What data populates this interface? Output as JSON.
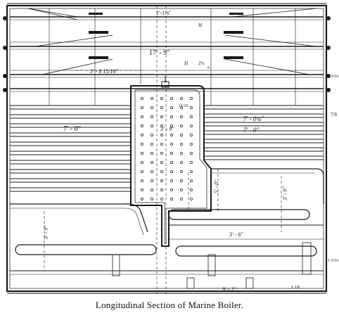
{
  "figure": {
    "caption": "Longitudinal Section of Marine Boiler.",
    "dimension_labels": {
      "top_stay_spacing": "1'-1⅜\"",
      "stay_length": "17' - 9\"",
      "stay_pitch": "3' - 8 15/16\"",
      "upper_tube_length": "7' - 0\"",
      "right_tube_length": "7' - 0¾\"",
      "right_tube_length_lower": "7' - 0\"",
      "chamber_width": "3' - 9\"",
      "chamber_height": "5' - 0\"",
      "right_height": "3' - 9\"",
      "left_height": "3' - 9\"",
      "furnace_dim": "3' - 6\"",
      "bottom_dim": "9' - 2\"",
      "plate_thickness_left": "1 3/16",
      "plate_thickness_right": "1 3/16",
      "plate_thickness_small": "7/8",
      "bottom_plate": "1 1/8",
      "furnace_plate": "11/16",
      "stay_diameter": "2¼",
      "letter_h": "H",
      "letter_a": "A",
      "letter_h2": "H"
    }
  },
  "colors": {
    "ink": "#1a1a1a",
    "paper": "#ffffff"
  }
}
